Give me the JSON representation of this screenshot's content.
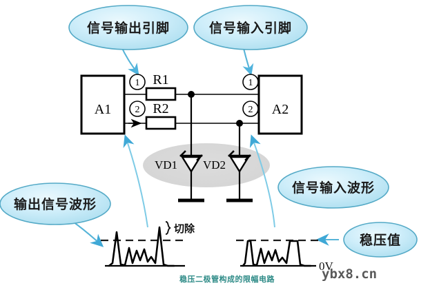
{
  "figure": {
    "caption": "稳压二极管构成的限幅电路",
    "watermark": "ybx8.cn",
    "background_color": "#ffffff",
    "line_color": "#000000",
    "callout_fill": "#bfe7f5",
    "callout_stroke": "#4fa8c4",
    "arrow_color": "#56b4d8",
    "highlight_ellipse_color": "#d9d9d9",
    "caption_color": "#2e8b87"
  },
  "callouts": [
    {
      "id": "signal-output-pin",
      "label": "信号输出引脚"
    },
    {
      "id": "signal-input-pin",
      "label": "信号输入引脚"
    },
    {
      "id": "output-signal-waveform",
      "label": "输出信号波形"
    },
    {
      "id": "signal-input-waveform",
      "label": "信号输入波形"
    },
    {
      "id": "regulated-voltage-value",
      "label": "稳压值"
    }
  ],
  "circuit": {
    "blocks": [
      {
        "id": "A1",
        "label": "A1"
      },
      {
        "id": "A2",
        "label": "A2"
      }
    ],
    "resistors": [
      {
        "id": "R1",
        "label": "R1"
      },
      {
        "id": "R2",
        "label": "R2"
      }
    ],
    "diodes": [
      {
        "id": "VD1",
        "label": "VD1",
        "type": "zener"
      },
      {
        "id": "VD2",
        "label": "VD2",
        "type": "zener"
      }
    ],
    "pins": [
      {
        "id": "a1-pin-1",
        "label": "1"
      },
      {
        "id": "a1-pin-2",
        "label": "2"
      },
      {
        "id": "a2-pin-1",
        "label": "1"
      },
      {
        "id": "a2-pin-2",
        "label": "2"
      }
    ]
  },
  "waveforms": {
    "clip_annotation": "切除",
    "zero_level_label": "0V",
    "left": {
      "name": "输出信号波形",
      "clipped": true
    },
    "right": {
      "name": "信号输入波形",
      "clipped": false
    }
  }
}
